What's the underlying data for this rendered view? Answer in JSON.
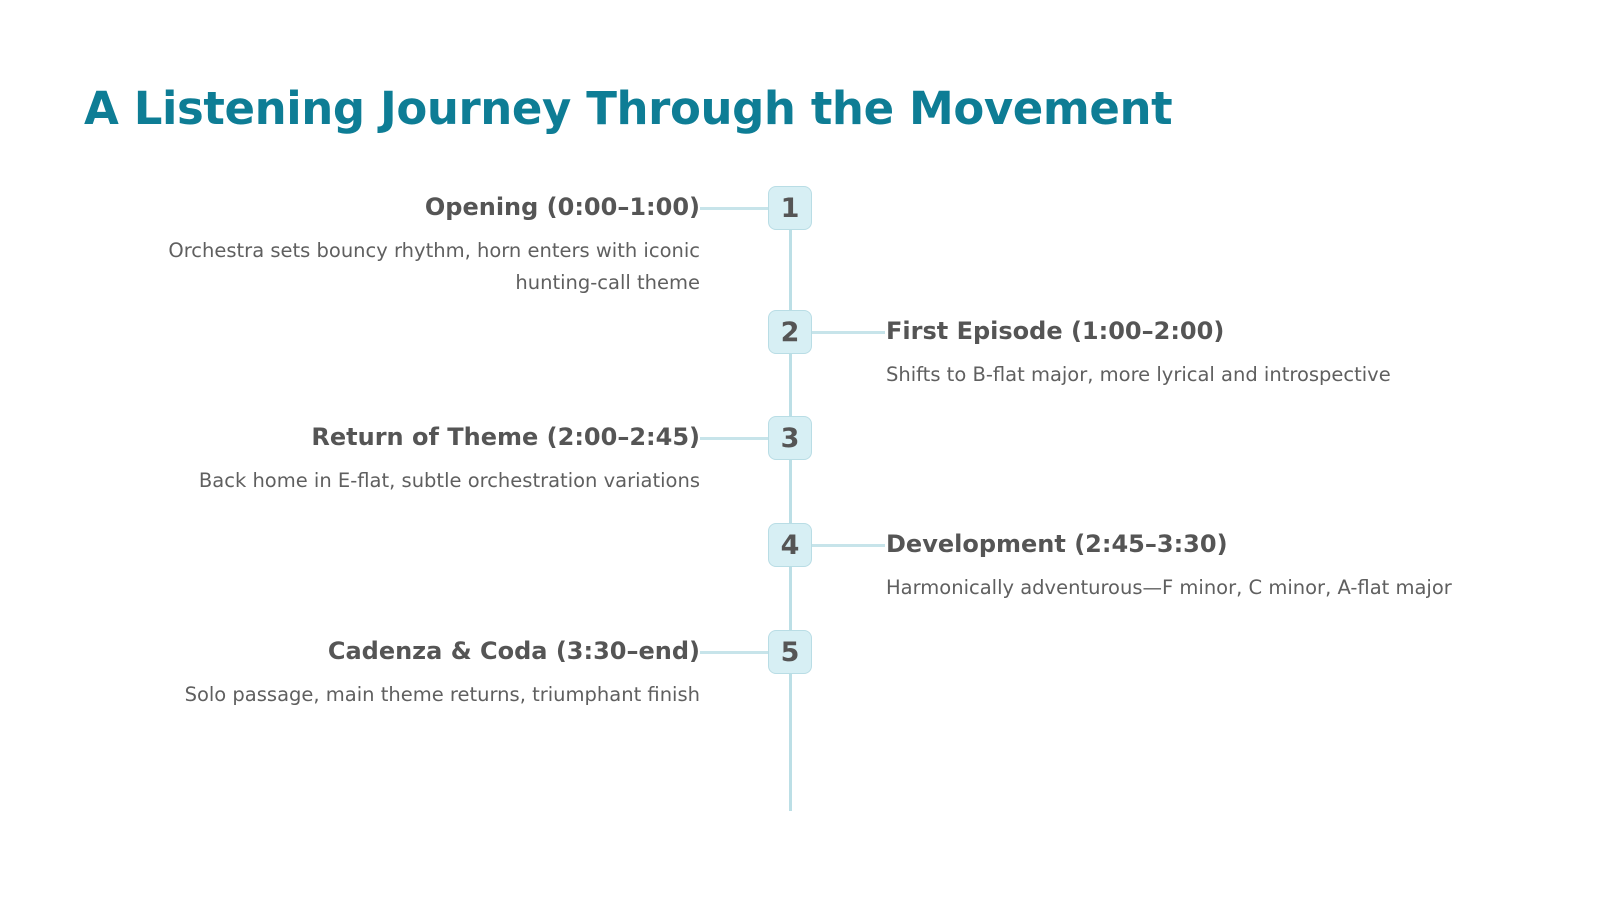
{
  "page": {
    "title": "A Listening Journey Through the Movement",
    "background_color": "#ffffff",
    "title_color": "#0e7d95"
  },
  "timeline": {
    "axis_color": "#bcdfe6",
    "node_fill": "#d7eff4",
    "node_border": "#b9dde5",
    "node_text_color": "#555555",
    "connector_color": "#c7e4ea",
    "heading_color": "#555555",
    "description_color": "#5f5f5f",
    "steps": [
      {
        "number": "1",
        "side": "left",
        "heading": "Opening (0:00–1:00)",
        "description": "Orchestra sets bouncy rhythm, horn enters with iconic hunting-call theme"
      },
      {
        "number": "2",
        "side": "right",
        "heading": "First Episode (1:00–2:00)",
        "description": "Shifts to B-flat major, more lyrical and introspective"
      },
      {
        "number": "3",
        "side": "left",
        "heading": "Return of Theme (2:00–2:45)",
        "description": "Back home in E-flat, subtle orchestration variations"
      },
      {
        "number": "4",
        "side": "right",
        "heading": "Development (2:45–3:30)",
        "description": "Harmonically adventurous—F minor, C minor, A-flat major"
      },
      {
        "number": "5",
        "side": "left",
        "heading": "Cadenza & Coda (3:30–end)",
        "description": "Solo passage, main theme returns, triumphant finish"
      }
    ]
  }
}
